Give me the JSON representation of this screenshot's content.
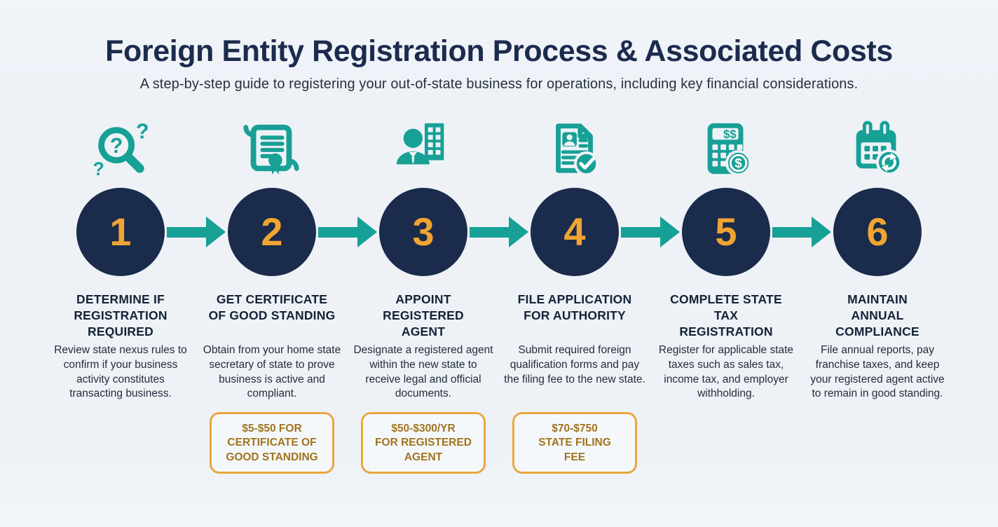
{
  "header": {
    "title": "Foreign Entity Registration Process & Associated Costs",
    "subtitle": "A step-by-step guide to registering your out-of-state business for operations, including key financial considerations."
  },
  "colors": {
    "bg": "#eef2f7",
    "navy": "#1a2b4b",
    "teal": "#17a096",
    "orange": "#f0a532",
    "cost-text": "#a0741e",
    "cost-border": "#e8a83e",
    "title-navy": "#1c2b4d"
  },
  "steps": [
    {
      "number": "1",
      "icon": "magnifier-questions-icon",
      "title": "DETERMINE IF\nREGISTRATION\nREQUIRED",
      "description": "Review state nexus rules to confirm if your business activity constitutes transacting business."
    },
    {
      "number": "2",
      "icon": "certificate-seal-icon",
      "title": "GET CERTIFICATE\nOF GOOD STANDING",
      "description": "Obtain from your home state secretary of state to prove business is active and compliant.",
      "cost": "$5-$50 FOR\nCERTIFICATE OF\nGOOD STANDING"
    },
    {
      "number": "3",
      "icon": "agent-person-building-icon",
      "title": "APPOINT\nREGISTERED\nAGENT",
      "description": "Designate a registered agent within the new state to receive legal and official documents.",
      "cost": "$50-$300/YR\nFOR REGISTERED\nAGENT"
    },
    {
      "number": "4",
      "icon": "application-document-check-icon",
      "title": "FILE APPLICATION\nFOR AUTHORITY",
      "description": "Submit required foreign qualification forms and pay the filing fee to the new state.",
      "cost": "$70-$750\nSTATE FILING\nFEE"
    },
    {
      "number": "5",
      "icon": "tax-calculator-coin-icon",
      "title": "COMPLETE STATE\nTAX\nREGISTRATION",
      "description": "Register for applicable state taxes such as sales tax, income tax, and employer withholding."
    },
    {
      "number": "6",
      "icon": "calendar-refresh-icon",
      "title": "MAINTAIN\nANNUAL\nCOMPLIANCE",
      "description": "File annual reports, pay franchise taxes, and keep your registered agent active to remain in good standing."
    }
  ]
}
